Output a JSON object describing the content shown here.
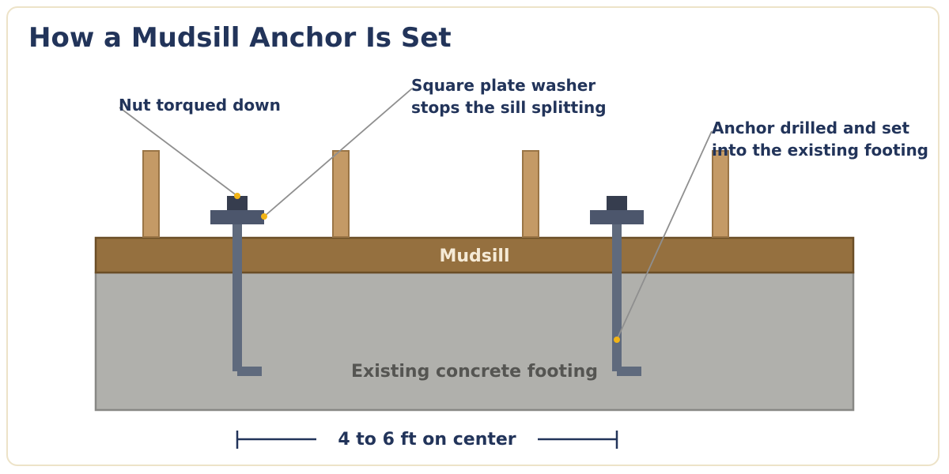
{
  "title": "How a Mudsill Anchor Is Set",
  "labels": {
    "mudsill": "Mudsill",
    "footing": "Existing concrete footing",
    "spacing": "4 to 6 ft on center"
  },
  "callouts": {
    "nut": [
      "Nut torqued down"
    ],
    "washer": [
      "Square plate washer",
      "stops the sill splitting"
    ],
    "anchor": [
      "Anchor drilled and set",
      "into the existing footing"
    ]
  },
  "colors": {
    "title": "#22345a",
    "stud": "#c49a66",
    "mudsill": "#95703f",
    "mudsill_label": "#f5ead6",
    "footing": "#b0b0ac",
    "footing_label": "#555552",
    "bolt": "#5f6a7d",
    "nut": "#363d4e",
    "washer": "#4c566c",
    "leader_dot": "#f2b416",
    "leader_line": "#8f8f8f",
    "frame_border": "#ede3c8"
  }
}
